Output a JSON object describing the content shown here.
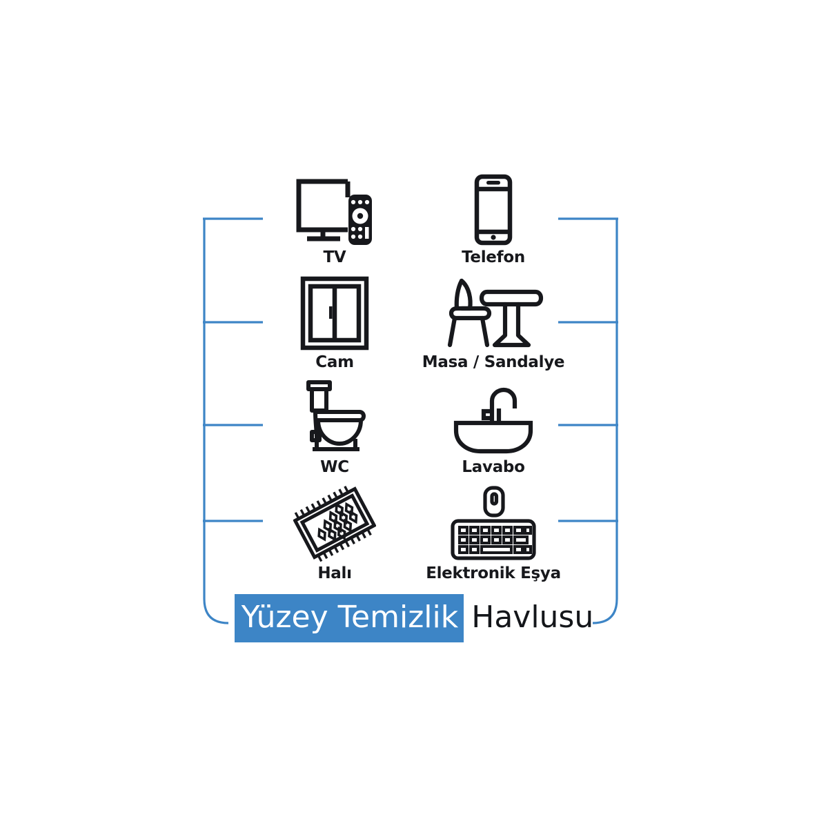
{
  "theme": {
    "accent_blue": "#3d85c6",
    "ink": "#17181c",
    "background": "#ffffff"
  },
  "surfaces": {
    "items": [
      {
        "id": "tv",
        "label": "TV",
        "icon": "television-with-remote-icon",
        "column": "left",
        "row": 1
      },
      {
        "id": "phone",
        "label": "Telefon",
        "icon": "smartphone-icon",
        "column": "right",
        "row": 1
      },
      {
        "id": "window",
        "label": "Cam",
        "icon": "window-icon",
        "column": "left",
        "row": 2
      },
      {
        "id": "table",
        "label": "Masa / Sandalye",
        "icon": "table-and-chair-icon",
        "column": "right",
        "row": 2
      },
      {
        "id": "wc",
        "label": "WC",
        "icon": "toilet-icon",
        "column": "left",
        "row": 3
      },
      {
        "id": "sink",
        "label": "Lavabo",
        "icon": "sink-with-faucet-icon",
        "column": "right",
        "row": 3
      },
      {
        "id": "rug",
        "label": "Halı",
        "icon": "rug-icon",
        "column": "left",
        "row": 4
      },
      {
        "id": "electronic",
        "label": "Elektronik Eşya",
        "icon": "keyboard-and-mouse-icon",
        "column": "right",
        "row": 4
      }
    ]
  },
  "title": {
    "highlighted": "Yüzey Temizlik",
    "plain": "Havlusu"
  },
  "brackets": {
    "tick_count_per_side": 4,
    "shape": "vertical-line-with-ticks-and-rounded-bottom"
  }
}
